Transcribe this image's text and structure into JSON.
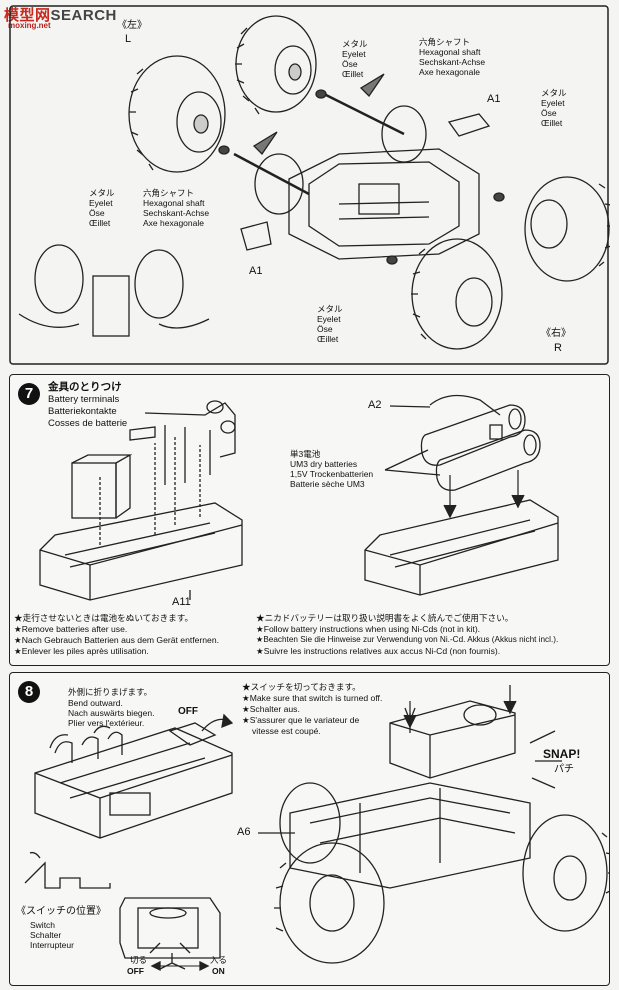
{
  "watermark": {
    "brand_a": "模型网",
    "brand_b": "SEARCH",
    "sub": "moxing.net"
  },
  "panel1": {
    "left_label_jp": "《左》",
    "left_label": "L",
    "right_label_jp": "《右》",
    "right_label": "R",
    "eyelet_top": {
      "jp": "メタル",
      "en": "Eyelet",
      "de": "Öse",
      "fr": "Œillet"
    },
    "shaft_top": {
      "jp": "六角シャフト",
      "en": "Hexagonal shaft",
      "de": "Sechskant-Achse",
      "fr": "Axe hexagonale"
    },
    "eyelet_right": {
      "jp": "メタル",
      "en": "Eyelet",
      "de": "Öse",
      "fr": "Œillet"
    },
    "eyelet_left": {
      "jp": "メタル",
      "en": "Eyelet",
      "de": "Öse",
      "fr": "Œillet"
    },
    "shaft_left": {
      "jp": "六角シャフト",
      "en": "Hexagonal shaft",
      "de": "Sechskant-Achse",
      "fr": "Axe hexagonale"
    },
    "eyelet_bottom": {
      "jp": "メタル",
      "en": "Eyelet",
      "de": "Öse",
      "fr": "Œillet"
    },
    "part_a1_top": "A1",
    "part_a1_left": "A1"
  },
  "panel2": {
    "step": "7",
    "title_jp": "金具のとりつけ",
    "title_en": "Battery terminals",
    "title_de": "Batteriekontakte",
    "title_fr": "Cosses de batterie",
    "part_a2": "A2",
    "part_a11": "A11",
    "battery": {
      "jp": "単3電池",
      "en": "UM3 dry batteries",
      "de": "1,5V Trockenbatterien",
      "fr": "Batterie sèche UM3"
    },
    "note_left": [
      "★走行させないときは電池をぬいておきます。",
      "★Remove batteries after use.",
      "★Nach Gebrauch Batterien aus dem Gerät entfernen.",
      "★Enlever les piles après utilisation."
    ],
    "note_right": [
      "★ニカドバッテリーは取り扱い説明書をよく読んでご使用下さい。",
      "★Follow battery instructions when using Ni-Cds (not in kit).",
      "★Beachten Sie die Hinweise zur Verwendung von Ni.-Cd. Akkus (Akkus nicht incl.).",
      "★Suivre les instructions relatives aux accus Ni-Cd (non fournis)."
    ]
  },
  "panel3": {
    "step": "8",
    "bend": {
      "jp": "外側に折りまげます。",
      "en": "Bend outward.",
      "de": "Nach auswärts biegen.",
      "fr": "Plier vers l'extérieur."
    },
    "switch_off_note": [
      "★スイッチを切っておきます。",
      "★Make sure that switch is turned off.",
      "★Schalter aus.",
      "★S'assurer que le variateur de",
      "vitesse est coupé."
    ],
    "off_label": "OFF",
    "snap": "SNAP!",
    "snap_jp": "パチ",
    "part_a6": "A6",
    "switch_pos": {
      "jp": "《スイッチの位置》",
      "en": "Switch",
      "de": "Schalter",
      "fr": "Interrupteur"
    },
    "off_jp": "切る",
    "off": "OFF",
    "on_jp": "入る",
    "on": "ON"
  }
}
